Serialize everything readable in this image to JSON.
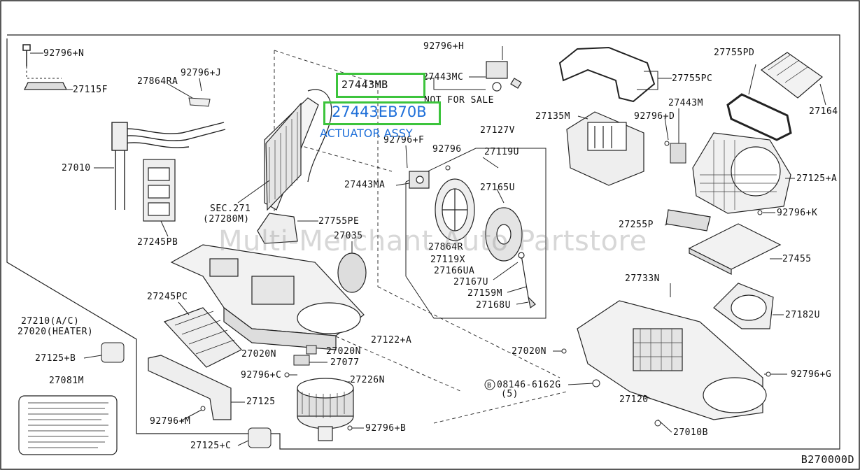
{
  "highlight": {
    "primary_part": "27443EB70B",
    "primary_desc": "ACTUATOR ASSY",
    "secondary_part": "27443MB",
    "secondary_note": "NOT FOR SALE"
  },
  "watermark": "Multi-Merchant Auto Partstore",
  "diagram_code": "B270000D",
  "labels": {
    "p92796N": "92796+N",
    "p27115F": "27115F",
    "p27864RA": "27864RA",
    "p92796J": "92796+J",
    "p27010": "27010",
    "p27245PB": "27245PB",
    "sec271": "SEC.271",
    "sec27280M": "(27280M)",
    "p27755PE": "27755PE",
    "p27035": "27035",
    "p27245PC": "27245PC",
    "p27210": "27210(A/C)",
    "p27020h": "27020(HEATER)",
    "p27125B": "27125+B",
    "p27081M": "27081M",
    "p27020N": "27020N",
    "p27020N_b": "27020N",
    "p27077": "27077",
    "p92796C": "92796+C",
    "p27226N": "27226N",
    "p92796M": "92796+M",
    "p27125": "27125",
    "p27125C": "27125+C",
    "p92796B": "92796+B",
    "p27122A": "27122+A",
    "p92796H": "92796+H",
    "p27443MC": "27443MC",
    "p92796F": "92796+F",
    "p92796": "92796",
    "p27127V": "27127V",
    "p27119U": "27119U",
    "p27443MA": "27443MA",
    "p27165U": "27165U",
    "p27864R": "27864R",
    "p27119X": "27119X",
    "p27166UA": "27166UA",
    "p27167U": "27167U",
    "p27159M": "27159M",
    "p27168U": "27168U",
    "p27755PD": "27755PD",
    "p27755PC": "27755PC",
    "p27135M": "27135M",
    "p27443M": "27443M",
    "p92796D": "92796+D",
    "p27164": "27164",
    "p27125A": "27125+A",
    "p92796K": "92796+K",
    "p27255P": "27255P",
    "p27455": "27455",
    "p27733N": "27733N",
    "p27182U": "27182U",
    "p27020N_c": "27020N",
    "p92796G": "92796+G",
    "p08146": "08146-6162G",
    "p08146q": "(5)",
    "p27120": "27120",
    "p27010B": "27010B"
  }
}
